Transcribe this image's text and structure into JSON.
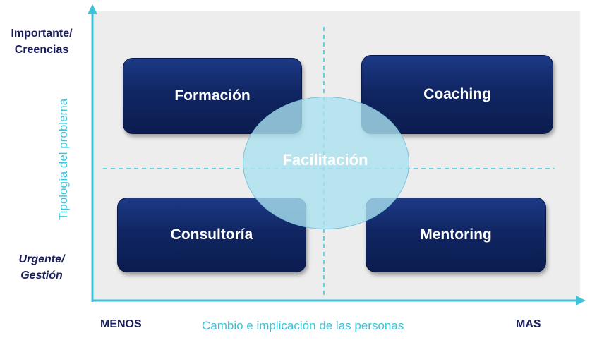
{
  "y_axis": {
    "title": "Tipología del problema",
    "top_label_line1": "Importante/",
    "top_label_line2": "Creencias",
    "bottom_label_line1": "Urgente/",
    "bottom_label_line2": "Gestión"
  },
  "x_axis": {
    "title": "Cambio e implicación de las personas",
    "left_label": "MENOS",
    "right_label": "MAS"
  },
  "quadrants": {
    "top_left": "Formación",
    "top_right": "Coaching",
    "bottom_left": "Consultoría",
    "bottom_right": "Mentoring"
  },
  "center": "Facilitación",
  "colors": {
    "axis": "#3cc3d8",
    "box": "#102663",
    "label": "#1a1f5c",
    "panel": "#ededed"
  }
}
